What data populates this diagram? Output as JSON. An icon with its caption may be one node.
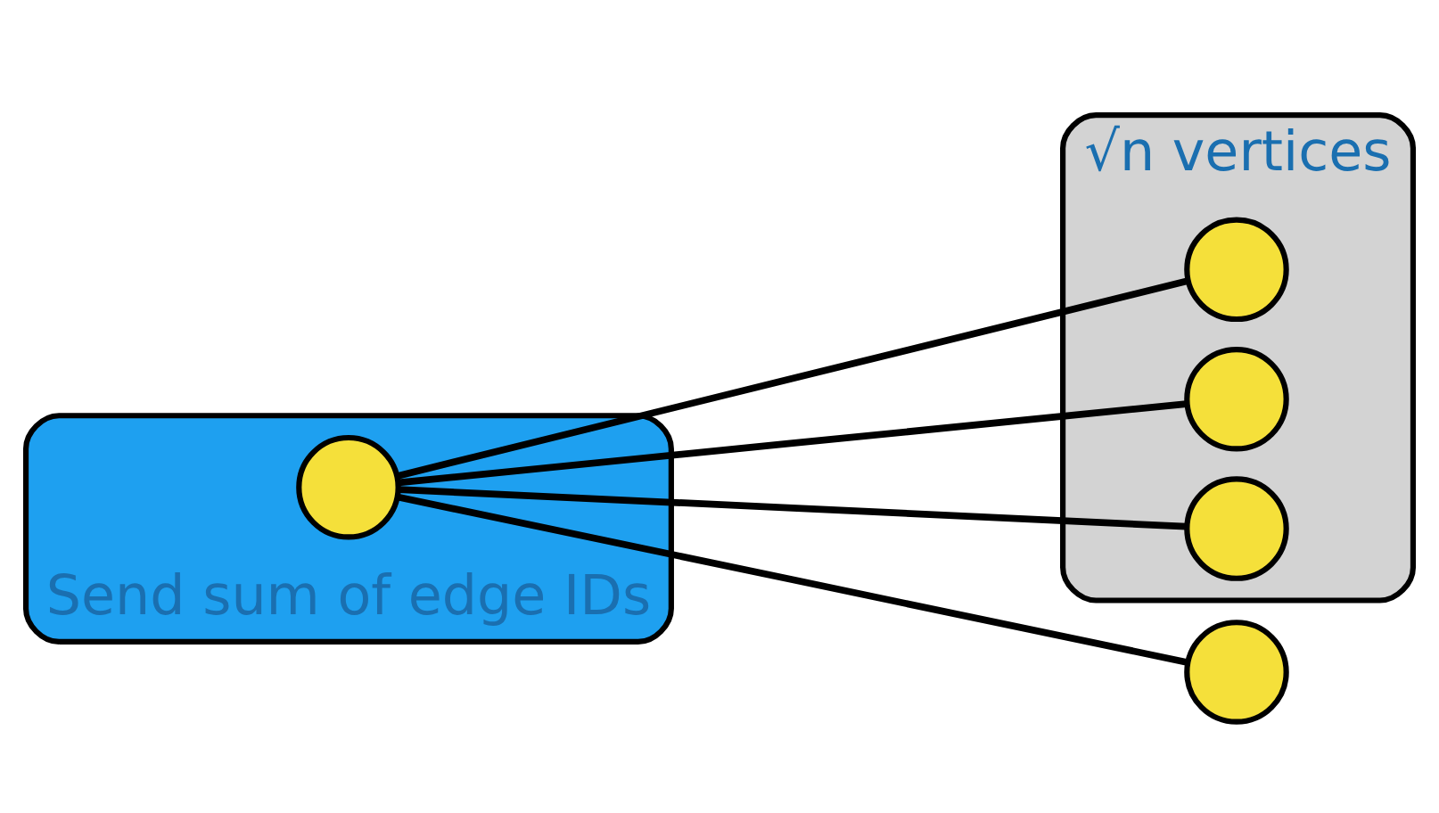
{
  "diagram": {
    "nodes": [
      {
        "text": [],
        "shape": "box",
        "beside": [
          "√n vertices"
        ]
      },
      {
        "text": [],
        "shape": "circle",
        "in": 0
      },
      {
        "text": [],
        "shape": "circle",
        "in": 0
      },
      {
        "text": [],
        "shape": "circle",
        "in": 0
      },
      {
        "text": [],
        "shape": "circle"
      },
      {
        "text": [],
        "shape": "box",
        "beside": [
          "Send sum of edge IDs"
        ]
      },
      {
        "text": [],
        "shape": "circle",
        "in": 5
      }
    ],
    "edges": [
      {
        "from": 6,
        "to": 1,
        "arrow": "none"
      },
      {
        "from": 6,
        "to": 2,
        "arrow": "none"
      },
      {
        "from": 6,
        "to": 3,
        "arrow": "none"
      },
      {
        "from": 6,
        "to": 4,
        "arrow": "none"
      }
    ]
  }
}
